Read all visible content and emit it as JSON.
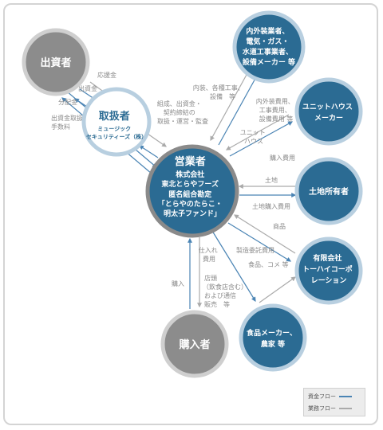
{
  "nodes": {
    "center": {
      "lines": [
        "営業者",
        "株式会社",
        "東北とらやフーズ",
        "匿名組合勘定",
        "「とらやのたらこ・",
        "明太子ファンド」"
      ]
    },
    "investor": {
      "lines": [
        "出資者"
      ]
    },
    "agent": {
      "lines": [
        "取扱者",
        "ミュージック",
        "セキュリティーズ（株）"
      ]
    },
    "contractors": {
      "lines": [
        "内外装業者、",
        "電気・ガス・",
        "水道工事業者、",
        "設備メーカー 等"
      ]
    },
    "unithouse": {
      "lines": [
        "ユニットハウス",
        "メーカー"
      ]
    },
    "landowner": {
      "lines": [
        "土地所有者"
      ]
    },
    "tohaikopo": {
      "lines": [
        "有限会社",
        "トーハイコーポ",
        "レーション"
      ]
    },
    "foodmaker": {
      "lines": [
        "食品メーカー、",
        "農家 等"
      ]
    },
    "buyer": {
      "lines": [
        "購入者"
      ]
    }
  },
  "flow_labels": {
    "support_money": "応援金",
    "investment": "出資金",
    "distribution": "分配金",
    "fee": [
      "出資金取扱",
      "手数料"
    ],
    "organize": [
      "組成、出資金・",
      "契約締結の",
      "取扱・運営・監査"
    ],
    "interior_work": [
      "内装、各種工事、",
      "設備　等"
    ],
    "interior_cost": [
      "内外装費用、",
      "工事費用、",
      "設備費用 等"
    ],
    "unithouse_goods": [
      "ユニット",
      "ハウス"
    ],
    "purchase_cost": "購入費用",
    "land": "土地",
    "land_purchase_cost": "土地購入費用",
    "goods": "商品",
    "manufacturing_fee": "製造委託費用",
    "food_rice": "食品、コメ 等",
    "purchase_cost_2": [
      "仕入れ",
      "費用"
    ],
    "store": [
      "店頭",
      "（飲食店含む）",
      "および通信",
      "販売　等"
    ],
    "buy": "購入"
  },
  "legend": {
    "money_flow": "資金フロー",
    "business_flow": "業務フロー"
  },
  "colors": {
    "center_fill": "#2b6b93",
    "center_border": "#8a8a8a",
    "node_fill": "#2b6b93",
    "node_border": "#b8cfe0",
    "grey_fill": "#8c8c8c",
    "grey_border": "#cfcfcf",
    "agent_fill": "#ffffff",
    "agent_text": "#2b6b93",
    "money_flow": "#4a84b4",
    "business_flow": "#aaaaaa"
  }
}
